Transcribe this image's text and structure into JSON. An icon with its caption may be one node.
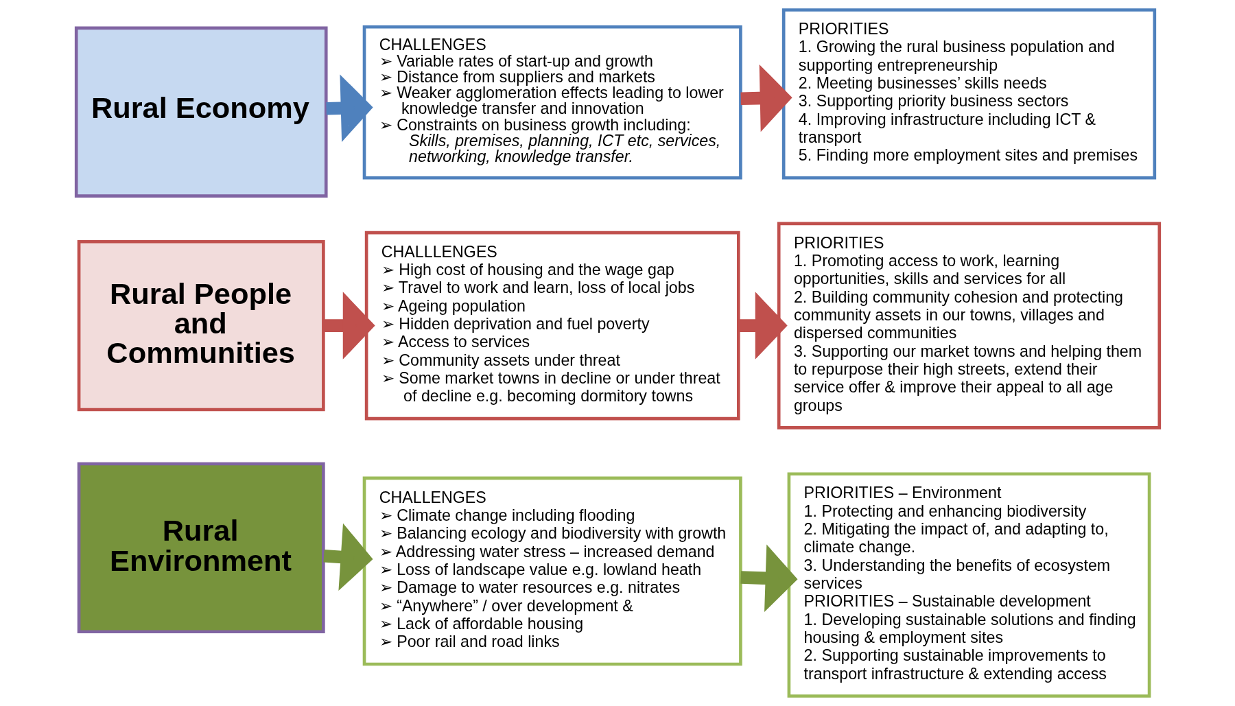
{
  "diagram": {
    "nodes": [
      {
        "text": [
          "Rural Economy"
        ]
      },
      {
        "text": [
          "CHALLENGES",
          "➢ Variable rates of start-up and growth",
          "➢ Distance from suppliers and markets",
          "➢ Weaker agglomeration effects leading to lower knowledge transfer and innovation",
          "➢ Constraints on business growth including: *Skills, premises, planning, ICT etc, services, networking, knowledge transfer.*"
        ]
      },
      {
        "text": [
          "PRIORITIES",
          "1. Growing the rural business population and supporting entrepreneurship",
          "2. Meeting businesses’ skills needs",
          "3. Supporting priority business sectors",
          "4. Improving infrastructure including ICT & transport",
          "5. Finding more employment sites and premises"
        ]
      },
      {
        "text": [
          "Rural People and Communities"
        ]
      },
      {
        "text": [
          "CHALLLENGES",
          "➢ High cost of housing and the wage gap",
          "➢ Travel to work and learn, loss of local jobs",
          "➢ Ageing population",
          "➢ Hidden deprivation and fuel poverty",
          "➢ Access to services",
          "➢ Community assets under threat",
          "➢ Some market towns in decline or under threat of decline e.g. becoming dormitory towns"
        ]
      },
      {
        "text": [
          "PRIORITIES",
          "1. Promoting access to work, learning opportunities, skills and services for all",
          "2. Building community cohesion and protecting community assets in our towns, villages and dispersed communities",
          "3. Supporting our market towns and helping them to repurpose their high streets, extend their service offer & improve their appeal to all age groups"
        ]
      },
      {
        "text": [
          "Rural Environment"
        ]
      },
      {
        "text": [
          "CHALLENGES",
          "➢ Climate change including flooding",
          "➢ Balancing ecology and biodiversity with growth",
          "➢ Addressing water stress – increased demand",
          "➢ Loss of landscape value e.g. lowland heath",
          "➢ Damage to water resources e.g. nitrates",
          "➢ “Anywhere” / over development &",
          "➢ Lack of affordable housing",
          "➢ Poor rail and road links"
        ]
      },
      {
        "text": [
          "PRIORITIES – Environment",
          "1. Protecting and enhancing biodiversity",
          "2. Mitigating the impact of, and adapting to, climate change.",
          "3. Understanding the benefits of ecosystem services",
          "PRIORITIES – Sustainable development",
          "1. Developing sustainable solutions and finding housing & employment sites",
          "2. Supporting sustainable improvements to transport infrastructure & extending access"
        ]
      }
    ],
    "edges": [
      {
        "from": 0,
        "to": 1,
        "arrow": "to",
        "color": "#4f81bd"
      },
      {
        "from": 1,
        "to": 2,
        "arrow": "to",
        "color": "#c0504d"
      },
      {
        "from": 3,
        "to": 4,
        "arrow": "to",
        "color": "#c0504d"
      },
      {
        "from": 4,
        "to": 5,
        "arrow": "to",
        "color": "#c0504d"
      },
      {
        "from": 6,
        "to": 7,
        "arrow": "to",
        "color": "#77933c"
      },
      {
        "from": 7,
        "to": 8,
        "arrow": "to",
        "color": "#77933c"
      }
    ]
  }
}
